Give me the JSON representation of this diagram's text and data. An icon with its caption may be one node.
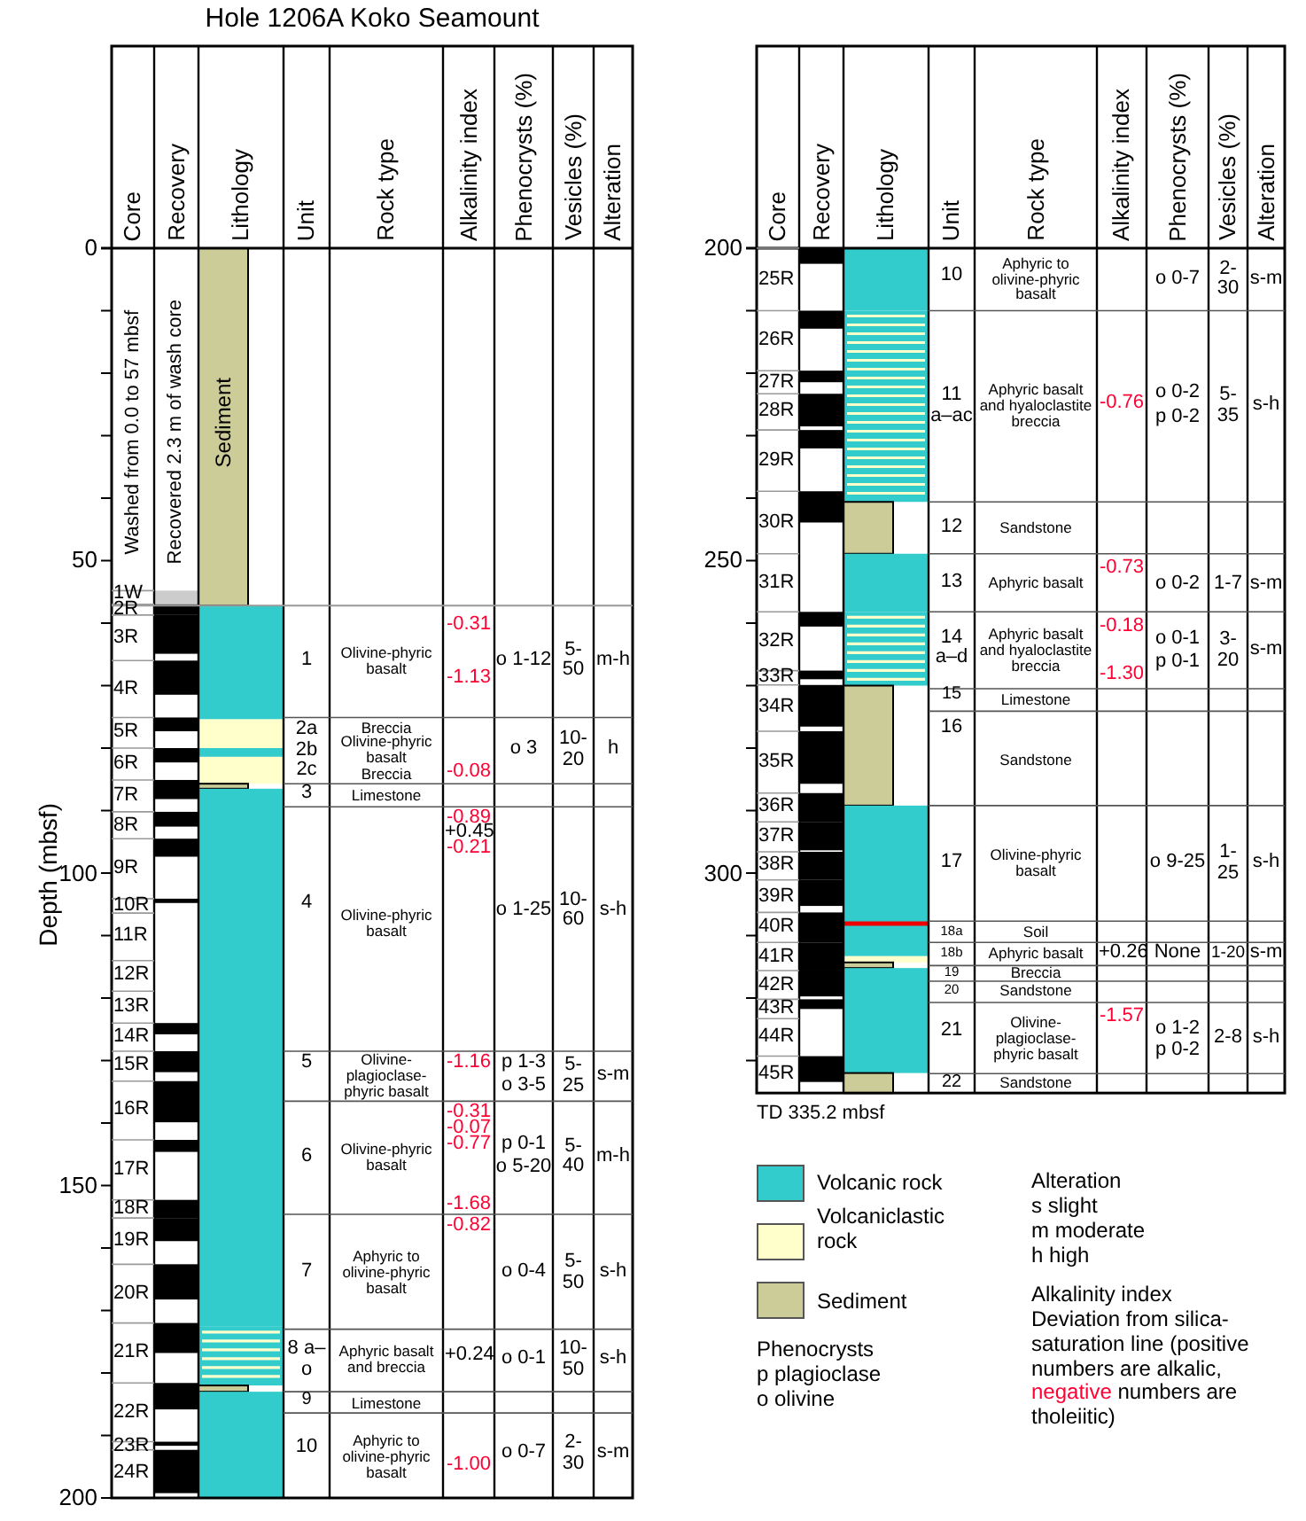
{
  "diagram": {
    "title": "Hole 1206A Koko Seamount",
    "labels": [
      "Core",
      "Recovery",
      "Lithology",
      "Unit",
      "Rock type",
      "Alkalinity index",
      "Phenocrysts (%)",
      "Vesicles (%)",
      "Alteration",
      "Core",
      "Recovery",
      "Lithology",
      "Unit",
      "Rock type",
      "Alkalinity index",
      "Phenocrysts (%)",
      "Vesicles (%)",
      "Alteration",
      "Depth (mbsf)",
      "0",
      "50",
      "100",
      "150",
      "200",
      "200",
      "250",
      "300",
      "Washed from 0.0 to 57 mbsf",
      "Recovered 2.3 m of wash core",
      "Sediment",
      "1W",
      "2R",
      "3R",
      "4R",
      "5R",
      "6R",
      "7R",
      "8R",
      "9R",
      "10R",
      "11R",
      "12R",
      "13R",
      "14R",
      "15R",
      "16R",
      "17R",
      "18R",
      "19R",
      "20R",
      "21R",
      "22R",
      "23R",
      "24R",
      "1",
      "Olivine-phyric basalt",
      "-0.31",
      "-1.13",
      "o 1-12",
      "5-50",
      "m-h",
      "2a",
      "2b",
      "2c",
      "Breccia",
      "Olivine-phyric basalt",
      "Breccia",
      "-0.08",
      "o 3",
      "10-20",
      "h",
      "3",
      "Limestone",
      "4",
      "Olivine-phyric basalt",
      "-0.89",
      "+0.45",
      "-0.21",
      "o 1-25",
      "10-60",
      "s-h",
      "5",
      "Olivine-plagioclase-phyric basalt",
      "-1.16",
      "p 1-3",
      "o 3-5",
      "5-25",
      "s-m",
      "6",
      "Olivine-phyric basalt",
      "-0.31",
      "-0.07",
      "-0.77",
      "-1.68",
      "p 0-1",
      "o 5-20",
      "5-40",
      "m-h",
      "7",
      "Aphyric to olivine-phyric basalt",
      "-0.82",
      "o 0-4",
      "5-50",
      "s-h",
      "8 a–o",
      "Aphyric basalt and breccia",
      "+0.24",
      "o 0-1",
      "10-50",
      "s-h",
      "9",
      "Limestone",
      "10",
      "Aphyric to olivine-phyric basalt",
      "-1.00",
      "o 0-7",
      "2-30",
      "s-m",
      "25R",
      "26R",
      "27R",
      "28R",
      "29R",
      "30R",
      "31R",
      "32R",
      "33R",
      "34R",
      "35R",
      "36R",
      "37R",
      "38R",
      "39R",
      "40R",
      "41R",
      "42R",
      "43R",
      "44R",
      "45R",
      "10",
      "Aphyric to olivine-phyric basalt",
      "o 0-7",
      "2-30",
      "s-m",
      "11 a–ac",
      "Aphyric basalt and hyaloclastite breccia",
      "-0.76",
      "o 0-2",
      "p 0-2",
      "5-35",
      "s-h",
      "12",
      "Sandstone",
      "13",
      "Aphyric basalt",
      "-0.73",
      "o 0-2",
      "1-7",
      "s-m",
      "14 a–d",
      "Aphyric basalt and hyaloclastite breccia",
      "-0.18",
      "-1.30",
      "o 0-1",
      "p 0-1",
      "3-20",
      "s-m",
      "15",
      "Limestone",
      "16",
      "Sandstone",
      "17",
      "Olivine-phyric basalt",
      "o 9-25",
      "1-25",
      "s-h",
      "18a",
      "Soil",
      "18b",
      "Aphyric basalt",
      "+0.26",
      "None",
      "1-20",
      "s-m",
      "19",
      "Breccia",
      "20",
      "Sandstone",
      "21",
      "Olivine-plagioclase-phyric basalt",
      "-1.57",
      "o 1-2",
      "p 0-2",
      "2-8",
      "s-h",
      "22",
      "Sandstone",
      "TD 335.2 mbsf",
      "Phenocrysts",
      "p plagioclase",
      "o olivine",
      "Alteration",
      "s slight",
      "m moderate",
      "h high",
      "Alkalinity index",
      "Deviation from silica-saturation line (positive numbers are alkalic, negative numbers are tholeiitic)"
    ],
    "legend": [
      {
        "text": "Volcanic rock",
        "color": "#33cccc"
      },
      {
        "text": "Volcaniclastic rock",
        "color": "#ffffcc"
      },
      {
        "text": "Sediment",
        "color": "#cccc99"
      }
    ]
  }
}
